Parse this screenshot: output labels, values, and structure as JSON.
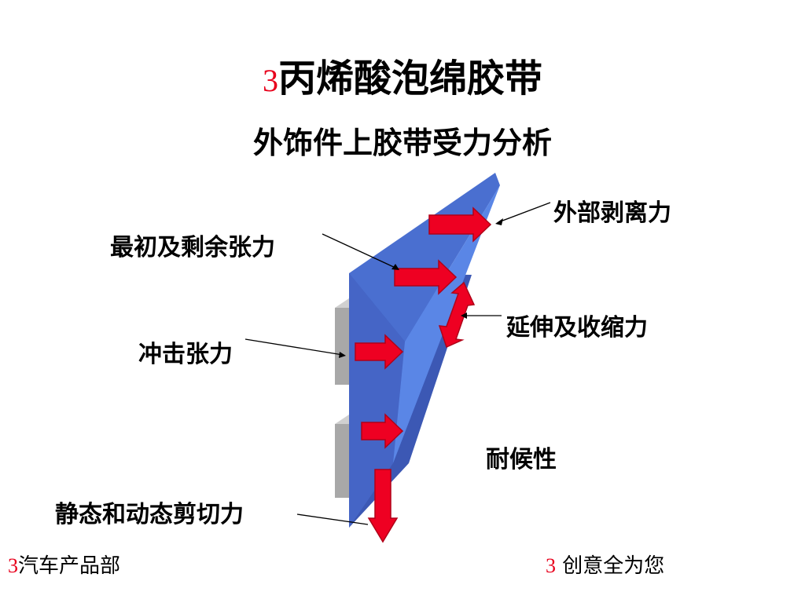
{
  "title": {
    "number": "3",
    "text": "丙烯酸泡绵胶带"
  },
  "subtitle": "外饰件上胶带受力分析",
  "labels": {
    "peel": "外部剥离力",
    "initial_residual": "最初及剩余张力",
    "extension": "延伸及收缩力",
    "impact": "冲击张力",
    "weather": "耐候性",
    "shear": "静态和动态剪切力"
  },
  "footer": {
    "left_number": "3",
    "left_text": "汽车产品部",
    "right_number": "3",
    "right_text": "创意全为您"
  },
  "colors": {
    "tape_front": "#4a6fd0",
    "tape_side": "#3c58b4",
    "tape_light": "#5a86e6",
    "bracket": "#a8a8a8",
    "arrow": "#ee0022",
    "accent": "#e8001c"
  }
}
